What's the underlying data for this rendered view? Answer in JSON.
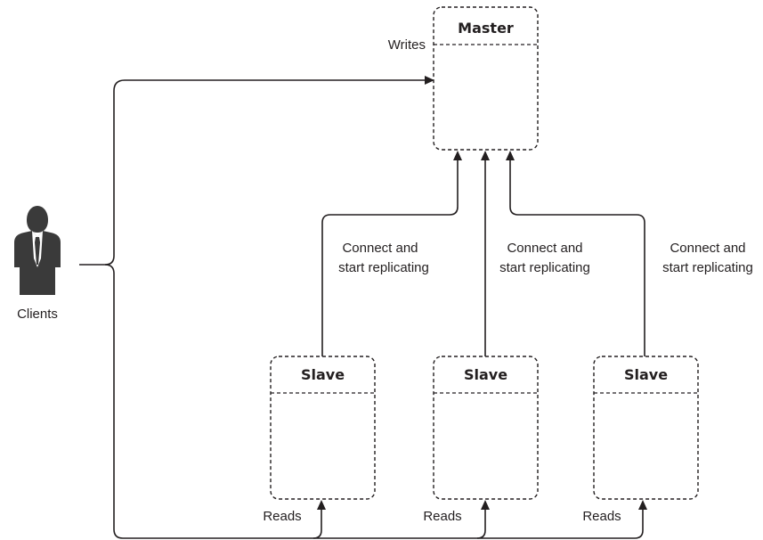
{
  "master": {
    "title": "Master"
  },
  "slaves": [
    {
      "title": "Slave",
      "replicate_line1": "Connect and",
      "replicate_line2": "start replicating",
      "reads_label": "Reads"
    },
    {
      "title": "Slave",
      "replicate_line1": "Connect and",
      "replicate_line2": "start replicating",
      "reads_label": "Reads"
    },
    {
      "title": "Slave",
      "replicate_line1": "Connect and",
      "replicate_line2": "start replicating",
      "reads_label": "Reads"
    }
  ],
  "writes_label": "Writes",
  "clients": {
    "label": "Clients",
    "icon": "person-icon"
  }
}
